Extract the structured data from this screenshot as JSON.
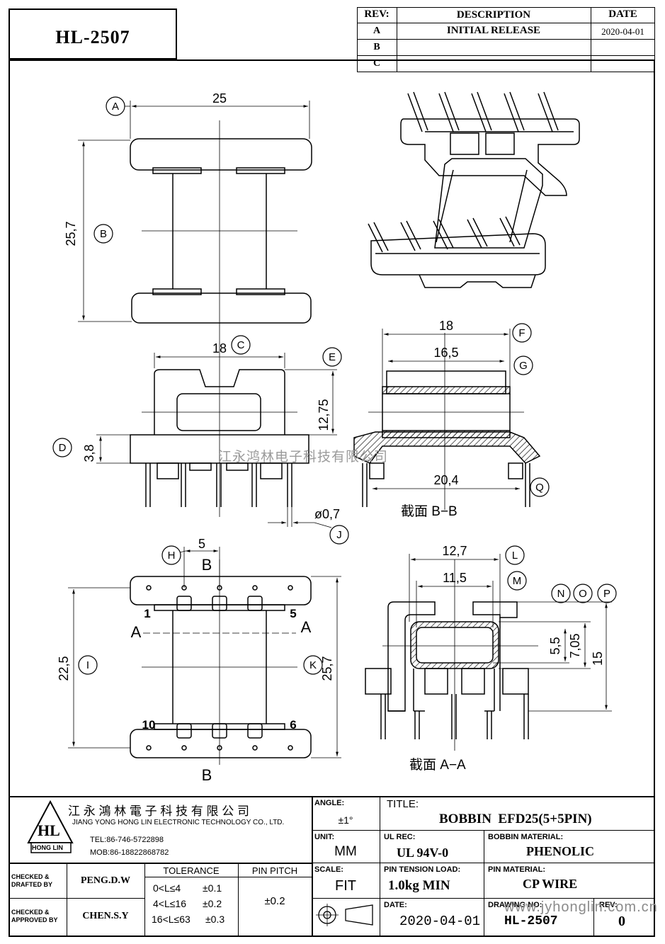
{
  "part_number": "HL-2507",
  "revision_table": {
    "headers": {
      "rev": "REV:",
      "description": "DESCRIPTION",
      "date": "DATE"
    },
    "rows": [
      {
        "rev": "A",
        "description": "INITIAL RELEASE",
        "date": "2020-04-01"
      },
      {
        "rev": "B",
        "description": "",
        "date": ""
      },
      {
        "rev": "C",
        "description": "",
        "date": ""
      }
    ]
  },
  "drawing": {
    "dims": {
      "top_width": "25",
      "top_height": "25,7",
      "front_width": "18",
      "front_height": "12,75",
      "front_base": "3,8",
      "pin_dia": "ø0,7",
      "bb_outer": "18",
      "bb_inner": "16,5",
      "bb_base": "20,4",
      "bottom_pitch": "5",
      "bottom_inner_h": "22,5",
      "bottom_outer_h": "25,7",
      "aa_outer": "12,7",
      "aa_inner": "11,5",
      "aa_h1": "5,5",
      "aa_h2": "7,05",
      "aa_h3": "15"
    },
    "callouts": {
      "a": "A",
      "b": "B",
      "c": "C",
      "d": "D",
      "e": "E",
      "f": "F",
      "g": "G",
      "h": "H",
      "i": "I",
      "j": "J",
      "k": "K",
      "l": "L",
      "m": "M",
      "n": "N",
      "o": "O",
      "p": "P",
      "q": "Q"
    },
    "section_marks": {
      "a_left": "A",
      "a_right": "A",
      "b_top": "B",
      "b_bottom": "B"
    },
    "pin_numbers": {
      "p1": "1",
      "p5": "5",
      "p10": "10",
      "p6": "6"
    },
    "section_bb": "截面 B−B",
    "section_aa": "截面 A−A",
    "watermark_cn": "江永鸿林电子科技有限公司",
    "watermark_url": "www.jyhonglin.com.cn"
  },
  "title_block": {
    "company_cn": "江 永 鴻 林 電 子 科 技 有 限 公 司",
    "company_en": "JIANG YONG HONG LIN ELECTRONIC TECHNOLOGY CO., LTD.",
    "logo_text": "HL",
    "logo_sub": "HONG LIN",
    "tel": "TEL:86-746-5722898",
    "mob": "MOB:86-18822868782",
    "checked_drafted_label": "CHECKED & DRAFTED BY",
    "checked_drafted_value": "PENG.D.W",
    "checked_approved_label": "CHECKED & APPROVED BY",
    "checked_approved_value": "CHEN.S.Y",
    "tolerance_label": "TOLERANCE",
    "tolerance_rows": [
      {
        "range": "0<L≤4",
        "value": "±0.1"
      },
      {
        "range": "4<L≤16",
        "value": "±0.2"
      },
      {
        "range": "16<L≤63",
        "value": "±0.3"
      }
    ],
    "pin_pitch_label": "PIN PITCH",
    "pin_pitch_value": "±0.2",
    "angle_label": "ANGLE:",
    "angle_value": "±1°",
    "unit_label": "UNIT:",
    "unit_value": "MM",
    "scale_label": "SCALE:",
    "scale_value": "FIT",
    "title_label": "TITLE:",
    "title_value": "BOBBIN  EFD25(5+5PIN)",
    "ul_label": "UL REC:",
    "ul_value": "UL 94V-0",
    "material_label": "BOBBIN MATERIAL:",
    "material_value": "PHENOLIC",
    "tension_label": "PIN TENSION LOAD:",
    "tension_value": "1.0kg MIN",
    "pin_material_label": "PIN MATERIAL:",
    "pin_material_value": "CP WIRE",
    "date_label": "DATE:",
    "date_value": "2020-04-01",
    "drawing_no_label": "DRAWING NO:",
    "drawing_no_value": "HL-2507",
    "rev_label": "REV:",
    "rev_value": "0"
  }
}
